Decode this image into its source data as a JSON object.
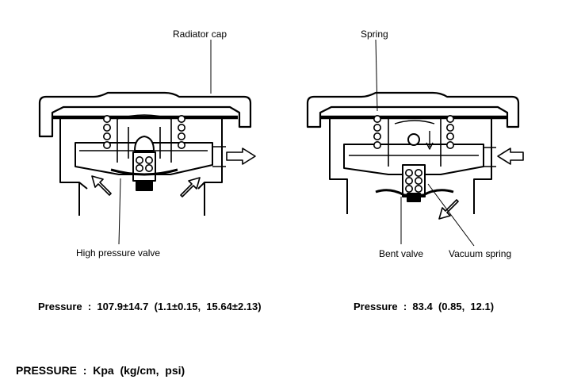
{
  "labels": {
    "radiator_cap": "Radiator cap",
    "spring": "Spring",
    "high_pressure_valve": "High pressure valve",
    "bent_valve": "Bent valve",
    "vacuum_spring": "Vacuum spring"
  },
  "pressure_left": "Pressure  :  107.9±14.7  (1.1±0.15,  15.64±2.13)",
  "pressure_right": "Pressure  :  83.4  (0.85,  12.1)",
  "footer": "PRESSURE  :  Kpa  (kg/cm,  psi)"
}
